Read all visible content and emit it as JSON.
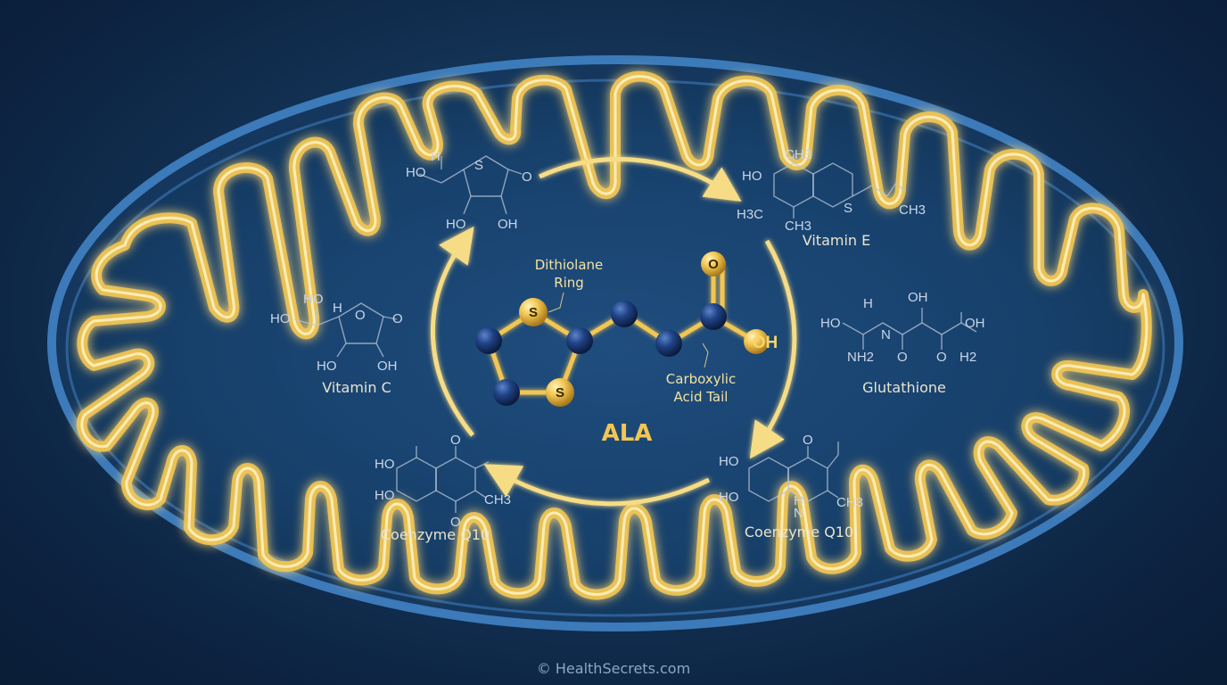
{
  "center_molecule": {
    "name": "ALA",
    "ring_callout": [
      "Dithiolane",
      "Ring"
    ],
    "tail_callout": [
      "Carboxylic",
      "Acid Tail"
    ],
    "atoms": {
      "sulfur": "S",
      "oxygen": "O",
      "hydroxyl": "OH"
    }
  },
  "antioxidants": [
    {
      "id": "vitamin-c",
      "name": "Vitamin C"
    },
    {
      "id": "vitamin-e",
      "name": "Vitamin E"
    },
    {
      "id": "glutathione",
      "name": "Glutathione"
    },
    {
      "id": "coq10-left",
      "name": "Coenzyme Q10"
    },
    {
      "id": "coq10-right",
      "name": "Coenzyme Q10"
    }
  ],
  "structure_labels": {
    "top_left": {
      "ho1": "HO",
      "h": "H",
      "s": "S",
      "o": "O",
      "ho2": "HO",
      "oh": "OH"
    },
    "vitamin_c": {
      "ho1": "HO",
      "ho2": "HO",
      "h": "H",
      "o1": "O",
      "o2": "O",
      "ho3": "HO",
      "oh": "OH"
    },
    "vitamin_e": {
      "ho": "HO",
      "ch3_top": "CH3",
      "h3c": "H3C",
      "ch3_bottom": "CH3",
      "s": "S",
      "ch3_right": "CH3"
    },
    "glutathione": {
      "oh1": "OH",
      "ho": "HO",
      "h": "H",
      "n": "N",
      "oh2": "OH",
      "nh2": "NH2",
      "o1": "O",
      "o2": "O",
      "h2": "H2"
    },
    "coq10_left": {
      "ho1": "HO",
      "ho2": "HO",
      "o1": "O",
      "o2": "O",
      "ch3": "CH3"
    },
    "coq10_right": {
      "ho1": "HO",
      "ho2": "HO",
      "o": "O",
      "h": "H",
      "n": "N",
      "ch3": "CH3"
    }
  },
  "credit": "© HealthSecrets.com",
  "colors": {
    "background": "#143457",
    "membrane": "#4a86c4",
    "cristae": "#f2c653",
    "atom_blue": "#1c3f7a",
    "atom_gold": "#f2c653"
  }
}
